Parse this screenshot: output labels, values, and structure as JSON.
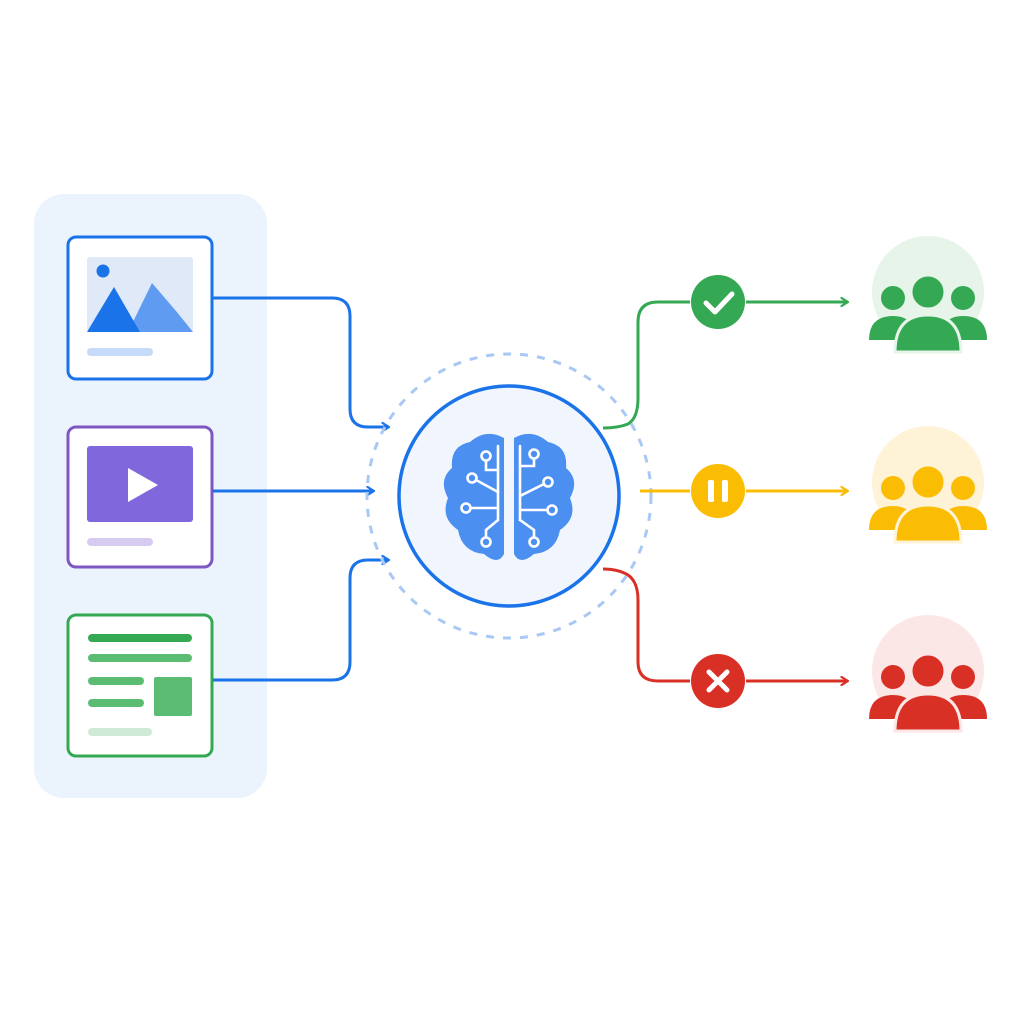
{
  "colors": {
    "blue": "#1a73e8",
    "blue_light": "#4b8ff0",
    "blue_panel": "#ebf3fd",
    "green": "#34a853",
    "yellow": "#fbbc04",
    "red": "#d93025",
    "purple": "#7e57c2",
    "purple_fill": "#8067dc"
  },
  "inputs": [
    {
      "kind": "image",
      "icon": "image-icon",
      "color": "#1a73e8"
    },
    {
      "kind": "video",
      "icon": "play-icon",
      "color": "#7e57c2"
    },
    {
      "kind": "text",
      "icon": "text-document-icon",
      "color": "#34a853"
    }
  ],
  "processor": {
    "icon": "brain-circuit-icon",
    "color": "#1a73e8"
  },
  "outcomes": [
    {
      "status": "approved",
      "icon": "check-icon",
      "audience_icon": "people-group-icon",
      "color": "#34a853",
      "tint": "#e6f4ea"
    },
    {
      "status": "paused",
      "icon": "pause-icon",
      "audience_icon": "people-group-icon",
      "color": "#fbbc04",
      "tint": "#fef3d7"
    },
    {
      "status": "rejected",
      "icon": "close-icon",
      "audience_icon": "people-group-icon",
      "color": "#d93025",
      "tint": "#fbe7e6"
    }
  ]
}
